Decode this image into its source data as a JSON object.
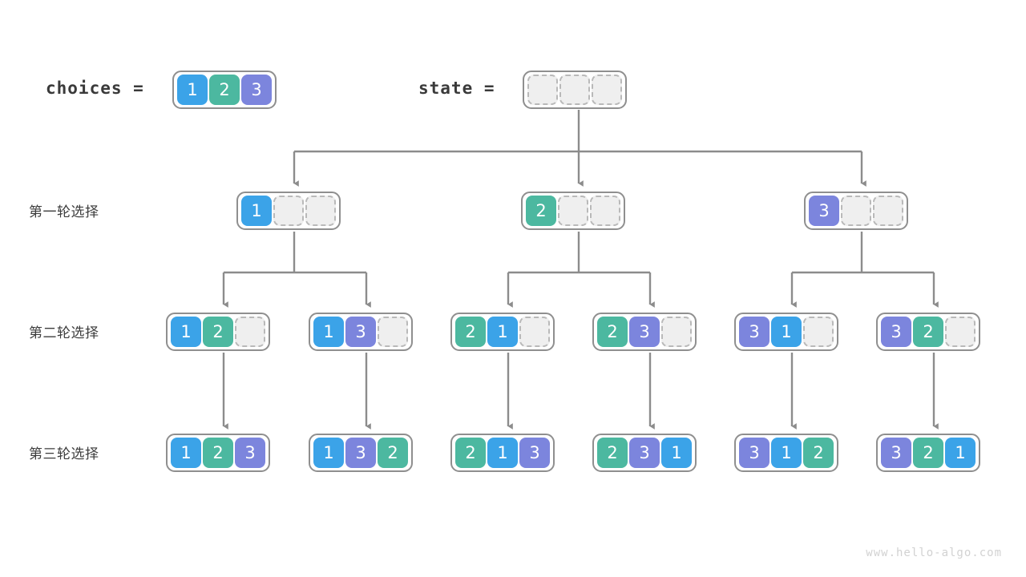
{
  "diagram": {
    "title": "permutation-backtracking-tree",
    "watermark": "www.hello-algo.com",
    "colors": {
      "value_1": "#3ba3e8",
      "value_2": "#4cb8a0",
      "value_3": "#7c85dd",
      "empty_cell": "#efefef",
      "connector": "#8c8c8c",
      "node_border": "#8f8f8f",
      "text": "#3c3c3c"
    }
  },
  "captions": {
    "choices_label": "choices =",
    "state_label": "state ="
  },
  "row_labels": [
    {
      "id": "round-1",
      "text": "第一轮选择"
    },
    {
      "id": "round-2",
      "text": "第二轮选择"
    },
    {
      "id": "round-3",
      "text": "第三轮选择"
    }
  ],
  "top_row": {
    "choices": {
      "cells": [
        "1",
        "2",
        "3"
      ]
    },
    "state": {
      "cells": [
        "",
        "",
        ""
      ]
    }
  },
  "levels": [
    {
      "id": "round-1",
      "label": "第一轮选择",
      "nodes": [
        {
          "id": "n-1",
          "cells": [
            "1",
            "",
            ""
          ]
        },
        {
          "id": "n-2",
          "cells": [
            "2",
            "",
            ""
          ]
        },
        {
          "id": "n-3",
          "cells": [
            "3",
            "",
            ""
          ]
        }
      ]
    },
    {
      "id": "round-2",
      "label": "第二轮选择",
      "nodes": [
        {
          "id": "n-12",
          "cells": [
            "1",
            "2",
            ""
          ]
        },
        {
          "id": "n-13",
          "cells": [
            "1",
            "3",
            ""
          ]
        },
        {
          "id": "n-21",
          "cells": [
            "2",
            "1",
            ""
          ]
        },
        {
          "id": "n-23",
          "cells": [
            "2",
            "3",
            ""
          ]
        },
        {
          "id": "n-31",
          "cells": [
            "3",
            "1",
            ""
          ]
        },
        {
          "id": "n-32",
          "cells": [
            "3",
            "2",
            ""
          ]
        }
      ]
    },
    {
      "id": "round-3",
      "label": "第三轮选择",
      "nodes": [
        {
          "id": "n-123",
          "cells": [
            "1",
            "2",
            "3"
          ]
        },
        {
          "id": "n-132",
          "cells": [
            "1",
            "3",
            "2"
          ]
        },
        {
          "id": "n-213",
          "cells": [
            "2",
            "1",
            "3"
          ]
        },
        {
          "id": "n-231",
          "cells": [
            "2",
            "3",
            "1"
          ]
        },
        {
          "id": "n-312",
          "cells": [
            "3",
            "1",
            "2"
          ]
        },
        {
          "id": "n-321",
          "cells": [
            "3",
            "2",
            "1"
          ]
        }
      ]
    }
  ]
}
